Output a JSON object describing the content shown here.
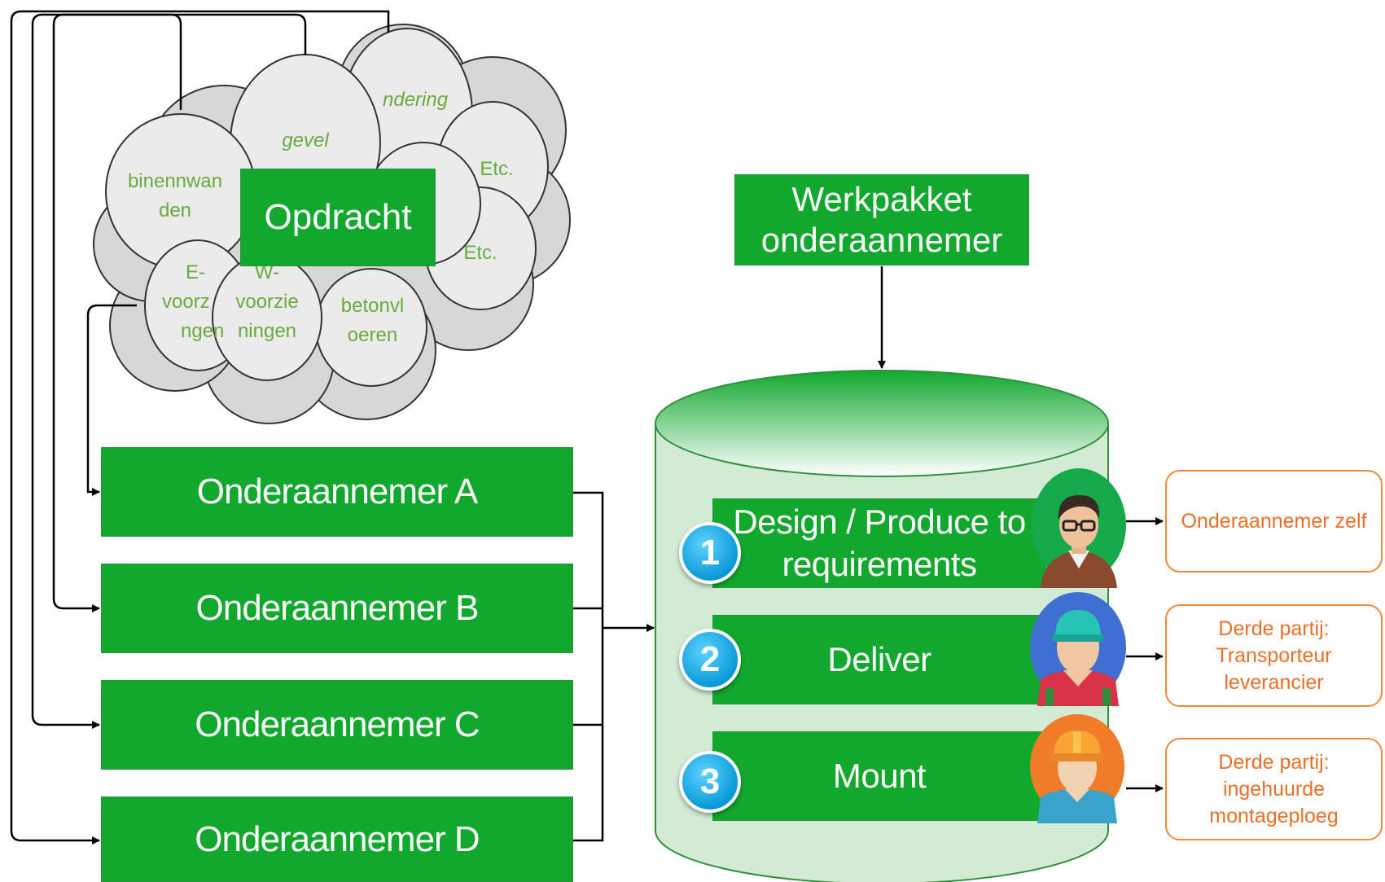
{
  "cloud": {
    "center_label": "Opdracht",
    "bubbles": {
      "binnenwanden": [
        "binennwan",
        "den"
      ],
      "gevel": "gevel",
      "fundering": "ndering",
      "etc_top": "Etc.",
      "etc_mid": "Etc.",
      "e_voorzieningen": [
        "E-",
        "voorz",
        "ngen"
      ],
      "w_voorzieningen": [
        "W-",
        "voorzie",
        "ningen"
      ],
      "betonvloeren": [
        "betonvl",
        "oeren"
      ]
    }
  },
  "werkpakket": {
    "line1": "Werkpakket",
    "line2": "onderaannemer"
  },
  "subcontractors": [
    "Onderaannemer A",
    "Onderaannemer B",
    "Onderaannemer C",
    "Onderaannemer D"
  ],
  "steps": [
    {
      "number": "1",
      "line1": "Design / Produce to",
      "line2": "requirements"
    },
    {
      "number": "2",
      "line1": "Deliver"
    },
    {
      "number": "3",
      "line1": "Mount"
    }
  ],
  "outcomes": [
    {
      "lines": [
        "Onderaannemer zelf"
      ]
    },
    {
      "lines": [
        "Derde partij:",
        "Transporteur",
        "leverancier"
      ]
    },
    {
      "lines": [
        "Derde partij:",
        "ingehuurde",
        "montageploeg"
      ]
    }
  ],
  "colors": {
    "green": "#12a82e",
    "orange": "#e8702a",
    "cylinder": "#d3ead5",
    "badge": "#0a9ad8"
  }
}
